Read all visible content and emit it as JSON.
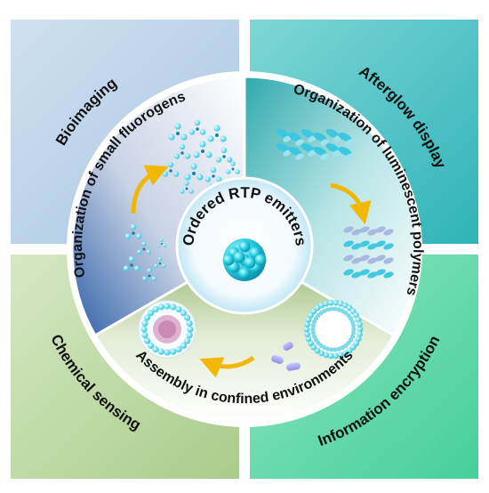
{
  "center": {
    "title": "Ordered RTP emitters"
  },
  "sectors": [
    {
      "label": "Organization of small fluorogens"
    },
    {
      "label": "Organization of luminescent polymers"
    },
    {
      "label": "Assembly in confined environments"
    }
  ],
  "applications": [
    {
      "label": "Bioimaging",
      "color": "#bcd3ea"
    },
    {
      "label": "Afterglow display",
      "color": "#5ec4c4"
    },
    {
      "label": "Chemical sensing",
      "color": "#bfd9a9"
    },
    {
      "label": "Information encryption",
      "color": "#6fdcab"
    }
  ],
  "colors": {
    "cyan": "#2fd2e6",
    "arrow": "#f2b700"
  }
}
